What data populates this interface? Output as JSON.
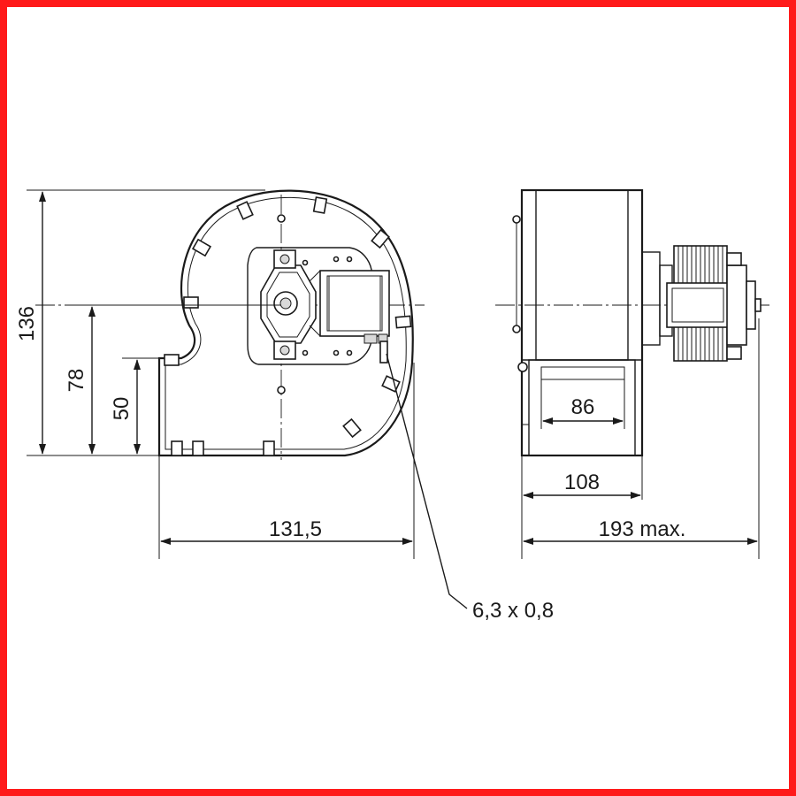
{
  "figure": {
    "border_color": "#ff1a1a",
    "line_color": "#1a1a1a"
  },
  "front_view": {
    "dimensions": {
      "height_total": "136",
      "axis_height": "78",
      "outlet_height": "50",
      "width": "131,5"
    },
    "terminal_label": "6,3 x 0,8"
  },
  "side_view": {
    "dimensions": {
      "outlet_width": "86",
      "housing_width": "108",
      "total_length": "193 max."
    }
  }
}
